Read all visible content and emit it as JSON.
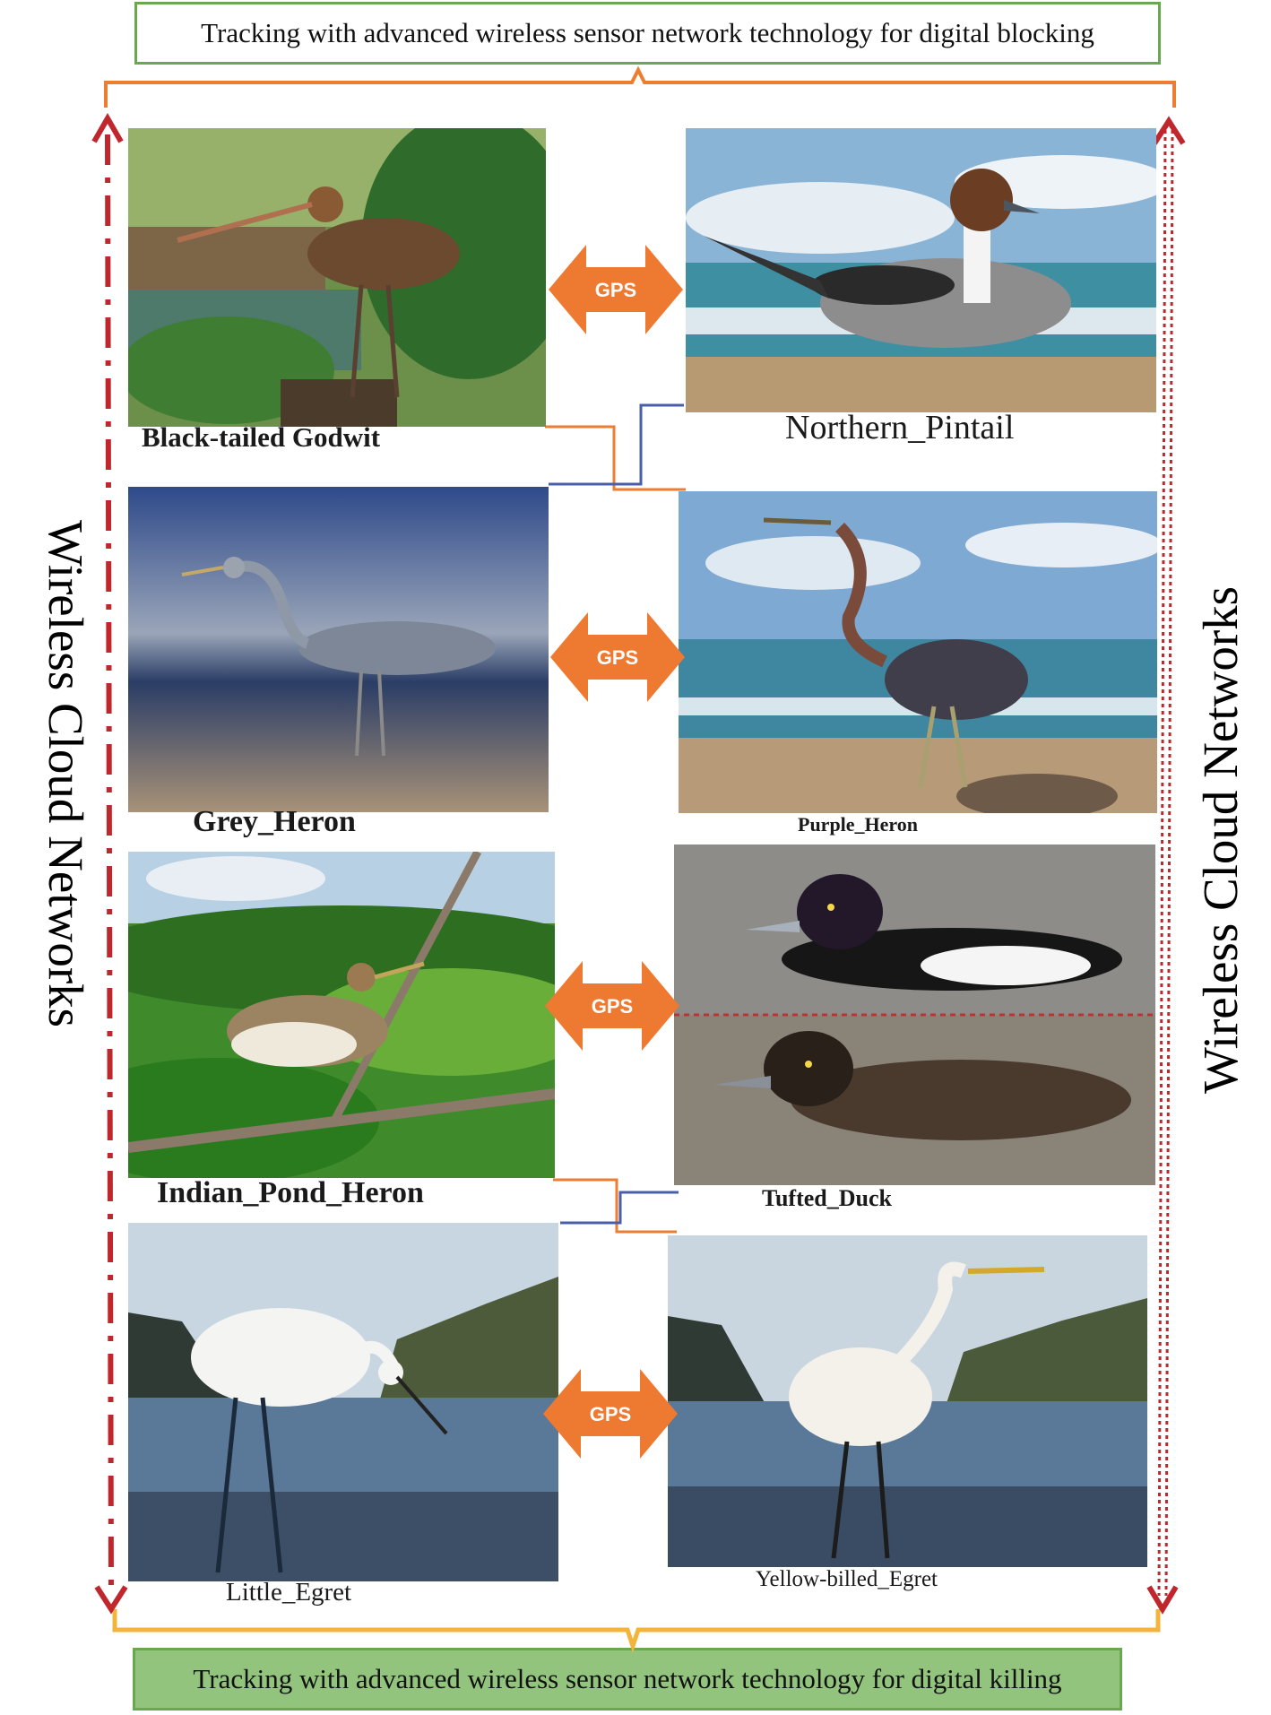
{
  "header": {
    "top_text": "Tracking with advanced wireless sensor network technology for digital blocking"
  },
  "footer": {
    "bottom_text": "Tracking with advanced wireless sensor network technology for digital killing"
  },
  "side_labels": {
    "left": "Wireless Cloud Networks",
    "right": "Wireless Cloud Networks"
  },
  "birds": {
    "black_tailed_godwit": "Black-tailed Godwit",
    "northern_pintail": "Northern_Pintail",
    "grey_heron": "Grey_Heron",
    "purple_heron": "Purple_Heron",
    "indian_pond_heron": "Indian_Pond_Heron",
    "tufted_duck": "Tufted_Duck",
    "little_egret": "Little_Egret",
    "yellow_billed_egret": "Yellow-billed_Egret"
  },
  "gps_label": "GPS",
  "colors": {
    "border_green": "#6aa84f",
    "footer_fill": "#92c47e",
    "gps_orange": "#ee7a32",
    "arrow_red": "#c0272d",
    "bracket_orange": "#ed7d31",
    "bracket_yellow": "#f2b43a",
    "connector_blue": "#4a5fa8"
  }
}
